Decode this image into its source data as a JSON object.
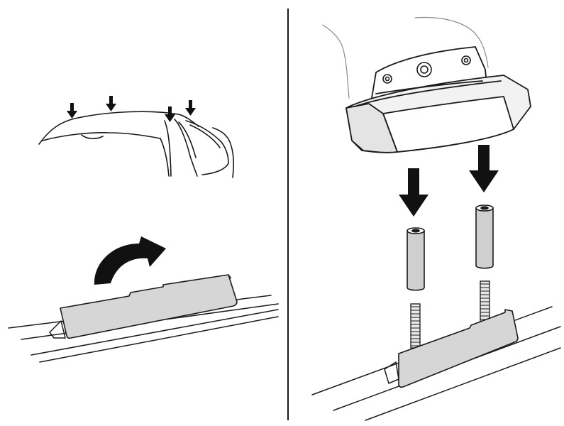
{
  "figure": {
    "panels": [
      {
        "name": "car-roof-mounting-points",
        "markers": [
          "down-arrow-icon",
          "down-arrow-icon",
          "down-arrow-icon",
          "down-arrow-icon"
        ]
      },
      {
        "name": "rail-pad-fold-over",
        "markers": [
          "curved-arrow-icon"
        ]
      },
      {
        "name": "foot-stud-spacer-assembly",
        "markers": [
          "down-arrow-icon",
          "down-arrow-icon"
        ]
      }
    ],
    "colors": {
      "line": "#1a1a1a",
      "pad_fill": "#d6d6d6",
      "foot_fill": "#f2f2f2",
      "spacer_fill": "#cfcfcf",
      "arrow_fill": "#111111",
      "background": "#ffffff"
    }
  }
}
